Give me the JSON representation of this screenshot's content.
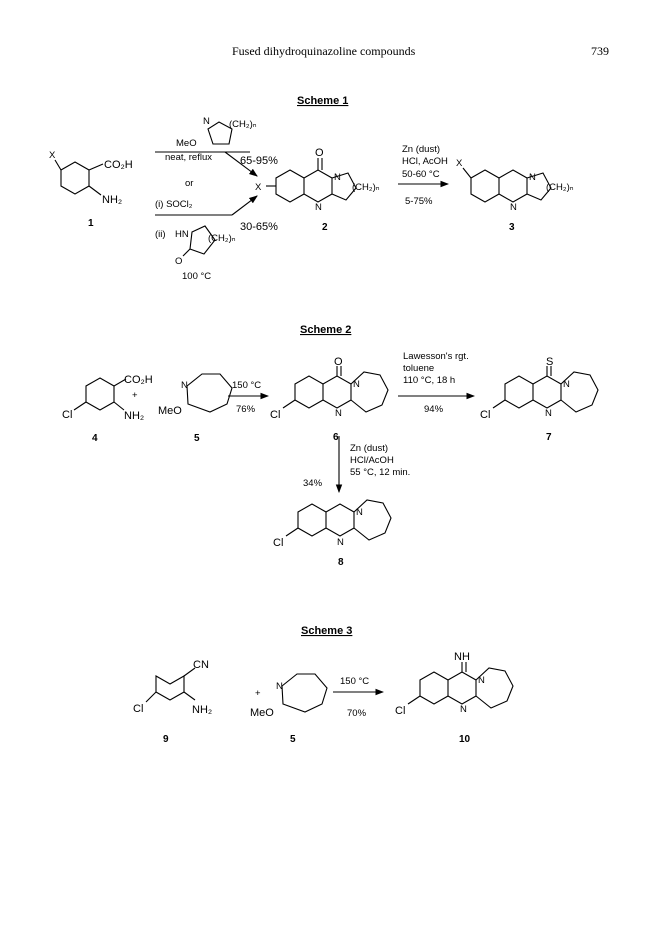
{
  "header": {
    "title": "Fused dihydroquinazoline compounds",
    "page": "739"
  },
  "scheme1": {
    "title": "Scheme 1",
    "reagent_top": "MeO",
    "ring_n": "N",
    "ch2n": "(CH₂)ₙ",
    "cond_top": "neat, reflux",
    "yield_top": "65-95%",
    "or": "or",
    "cond_b1": "(i) SOCl₂",
    "cond_b2": "(ii)",
    "hn": "HN",
    "oxo": "O",
    "temp": "100 °C",
    "yield_bottom": "30-65%",
    "sm_x": "X",
    "sm_co2h": "CO₂H",
    "sm_nh2": "NH₂",
    "c1": "1",
    "p2_o": "O",
    "p2_x": "X",
    "p2_n1": "N",
    "p2_n2": "N",
    "c2": "2",
    "zn1": "Zn (dust)",
    "zn2": "HCl, AcOH",
    "zn3": "50-60 °C",
    "zn_yield": "5-75%",
    "p3_x": "X",
    "p3_n1": "N",
    "p3_n2": "N",
    "c3": "3"
  },
  "scheme2": {
    "title": "Scheme 2",
    "co2h": "CO₂H",
    "cl": "Cl",
    "nh2": "NH₂",
    "plus": "+",
    "c4": "4",
    "n": "N",
    "meo": "MeO",
    "c5": "5",
    "temp": "150 °C",
    "yield": "76%",
    "o": "O",
    "c6": "6",
    "law1": "Lawesson's rgt.",
    "law2": "toluene",
    "law3": "110 °C, 18 h",
    "law_yield": "94%",
    "s": "S",
    "c7": "7",
    "zn1": "Zn (dust)",
    "zn2": "HCl/AcOH",
    "zn3": "55 °C, 12 min.",
    "zn_yield": "34%",
    "c8": "8"
  },
  "scheme3": {
    "title": "Scheme 3",
    "cn": "CN",
    "cl": "Cl",
    "nh2": "NH₂",
    "plus": "+",
    "c9": "9",
    "n": "N",
    "meo": "MeO",
    "c5": "5",
    "temp": "150 °C",
    "yield": "70%",
    "nh": "NH",
    "c10": "10"
  }
}
